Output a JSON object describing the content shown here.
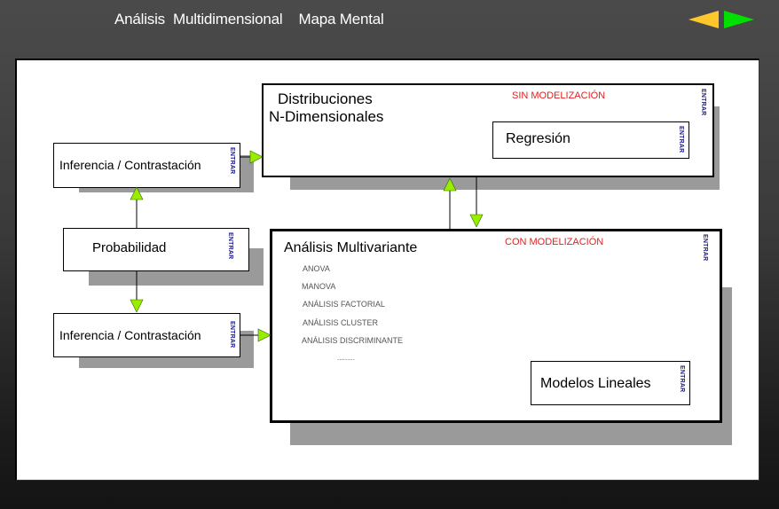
{
  "header": {
    "title": "Análisis  Multidimensional    Mapa Mental",
    "nav": {
      "prev": "previous-arrow",
      "next": "next-arrow",
      "prev_color": "#ffc72c",
      "next_color": "#00e000"
    }
  },
  "diagram": {
    "entrar_label": "ENTRAR",
    "distribuciones": {
      "line1": "Distribuciones",
      "line2": "N-Dimensionales",
      "tag": "SIN MODELIZACIÓN"
    },
    "regresion": {
      "label": "Regresión"
    },
    "inferencia_top": {
      "label": "Inferencia / Contrastación"
    },
    "probabilidad": {
      "label": "Probabilidad"
    },
    "inferencia_bottom": {
      "label": "Inferencia / Contrastación"
    },
    "multivariante": {
      "title": "Análisis Multivariante",
      "tag": "CON MODELIZACIÓN",
      "items": [
        "ANOVA",
        "MANOVA",
        "ANÁLISIS FACTORIAL",
        "ANÁLISIS CLUSTER",
        "ANÁLISIS DISCRIMINANTE",
        "........."
      ]
    },
    "modelos": {
      "label": "Modelos Lineales"
    },
    "colors": {
      "arrow": "#99ee00",
      "tag": "#e02020",
      "entrar": "#1a1a8c",
      "shadow": "#9a9a9a"
    }
  }
}
